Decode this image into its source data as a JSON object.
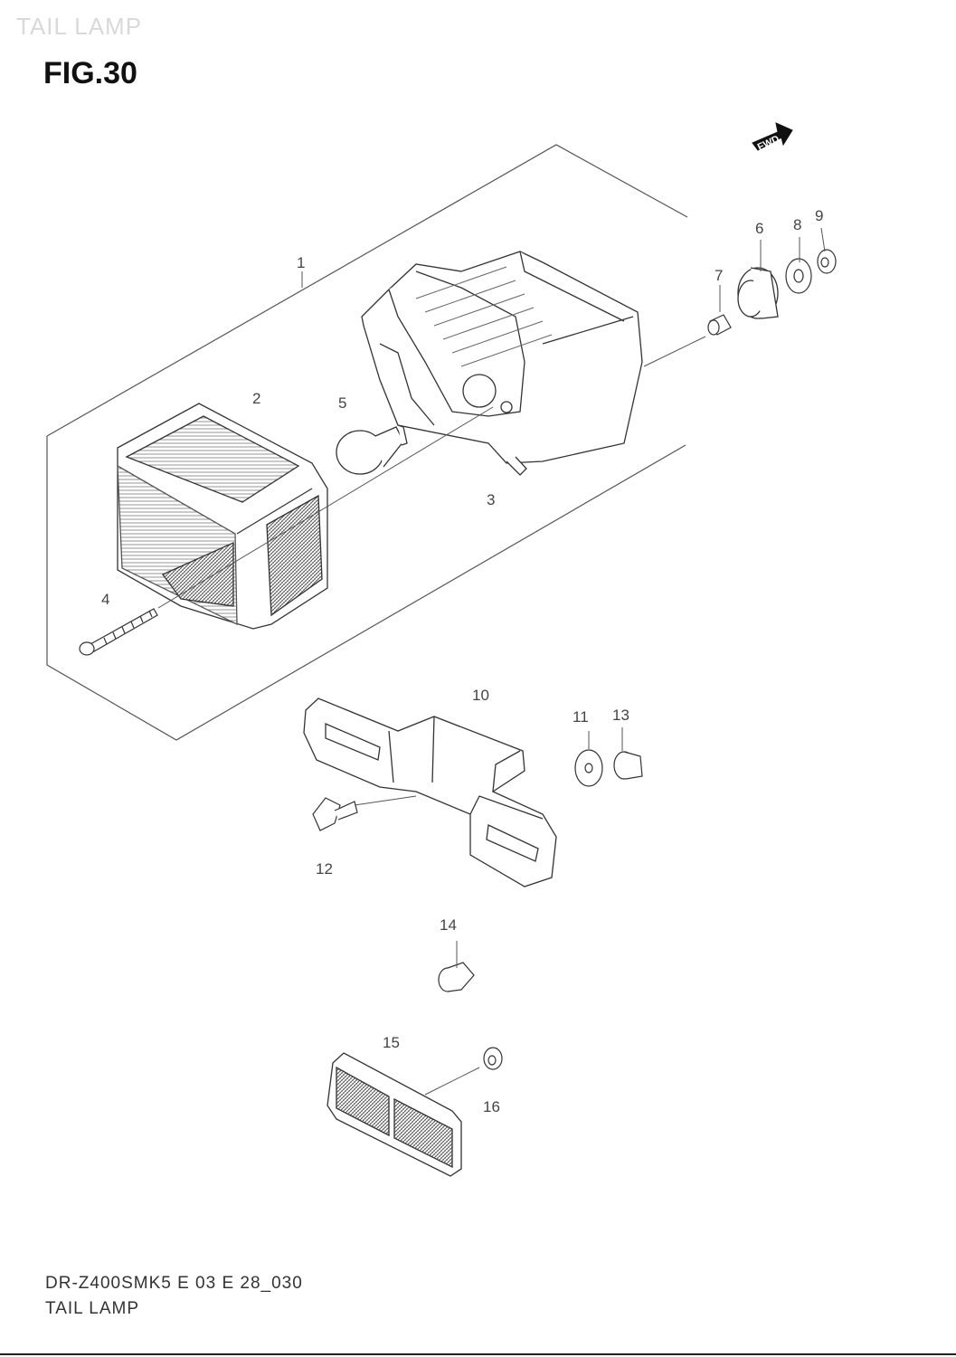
{
  "watermark": "TAIL LAMP",
  "figure_title": "FIG.30",
  "fwd_label": "FWD",
  "callouts": [
    "1",
    "2",
    "3",
    "4",
    "5",
    "6",
    "7",
    "8",
    "9",
    "10",
    "11",
    "12",
    "13",
    "14",
    "15",
    "16"
  ],
  "footer": {
    "code": "DR-Z400SMK5 E 03 E 28_030",
    "name": "TAIL LAMP"
  }
}
